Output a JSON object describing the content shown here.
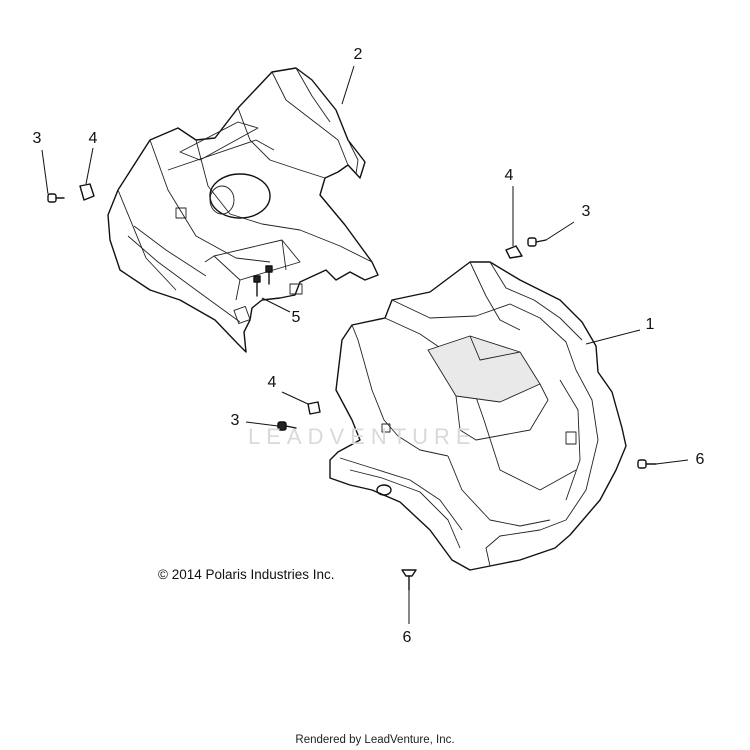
{
  "callouts": {
    "c1": "1",
    "c2": "2",
    "c3a": "3",
    "c3b": "3",
    "c3c": "3",
    "c4a": "4",
    "c4b": "4",
    "c4c": "4",
    "c5": "5",
    "c6a": "6",
    "c6b": "6"
  },
  "copyright": "© 2014 Polaris Industries Inc.",
  "watermark": "LEADVENTURE",
  "footer": "Rendered by LeadVenture, Inc."
}
